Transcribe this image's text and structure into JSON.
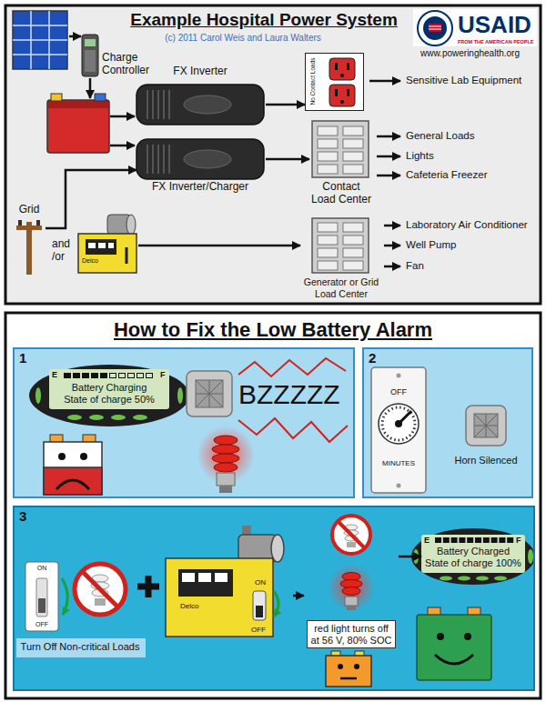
{
  "diagram": {
    "title": "Example Hospital Power System",
    "nodes": [
      {
        "text": [
          "Charge Controller"
        ]
      },
      {
        "text": [
          "FX Inverter"
        ]
      },
      {
        "text": [
          "No Contact Loads"
        ]
      },
      {
        "text": [
          "FX Inverter/Charger"
        ]
      },
      {
        "text": [
          "Contact Load Center"
        ]
      },
      {
        "text": [
          "Grid"
        ]
      },
      {
        "text": [
          "Delco"
        ]
      },
      {
        "text": [
          "Generator or Grid Load Center"
        ]
      },
      {
        "text": [
          "1"
        ]
      },
      {
        "text": [
          "E",
          "F",
          "Battery Charging State of charge 50%"
        ],
        "in": 8
      },
      {
        "text": [
          "2"
        ]
      },
      {
        "text": [
          "OFF",
          "MINUTES"
        ],
        "in": 10
      },
      {
        "text": [
          "3"
        ]
      },
      {
        "text": [
          "ON",
          "OFF"
        ],
        "in": 12
      },
      {
        "text": [
          "Turn Off Non-critical Loads"
        ],
        "in": 12
      },
      {
        "text": [
          "Delco",
          "ON",
          "OFF"
        ],
        "in": 12
      },
      {
        "text": [
          "red light turns off at 56 V, 80% SOC"
        ],
        "in": 12
      },
      {
        "text": [
          "E",
          "F",
          "Battery Charged State of charge 100%"
        ],
        "in": 12
      }
    ],
    "edges": [
      {
        "from": 1,
        "to": 2,
        "arrow": "to"
      },
      {
        "from": 3,
        "to": 4,
        "arrow": "to"
      },
      {
        "from": 5,
        "to": 3,
        "arrow": "to"
      },
      {
        "from": 6,
        "to": 7,
        "arrow": "to"
      },
      {
        "from": 15,
        "to": 16,
        "arrow": "to"
      },
      {
        "from": 16,
        "to": 17,
        "arrow": "to"
      }
    ],
    "labels": [
      "(c) 2011 Carol Weis and Laura Walters",
      "USAID",
      "FROM THE AMERICAN PEOPLE",
      "www.poweringhealth.org",
      "Sensitive Lab Equipment",
      "General Loads",
      "Lights",
      "Cafeteria Freezer",
      "and /or",
      "Laboratory Air Conditioner",
      "Well Pump",
      "Fan",
      "How to Fix the Low Battery Alarm",
      "BZZZZZ",
      "Horn Silenced"
    ]
  }
}
